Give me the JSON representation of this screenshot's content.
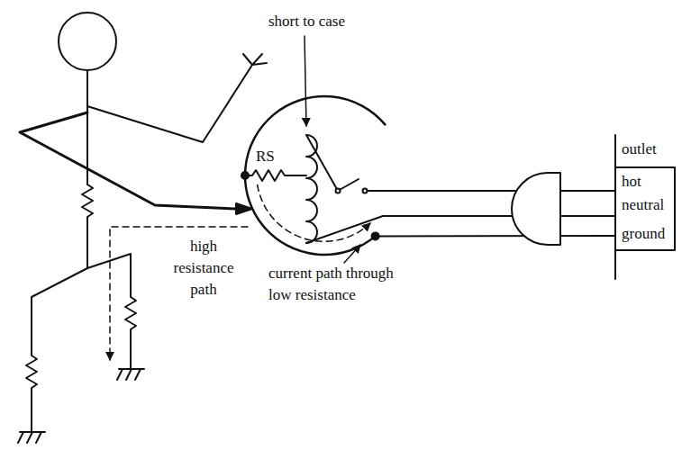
{
  "diagram": {
    "labels": [
      "short to case",
      "RS",
      "outlet",
      "hot",
      "neutral",
      "ground",
      "high resistance path",
      "current path through low resistance"
    ]
  }
}
